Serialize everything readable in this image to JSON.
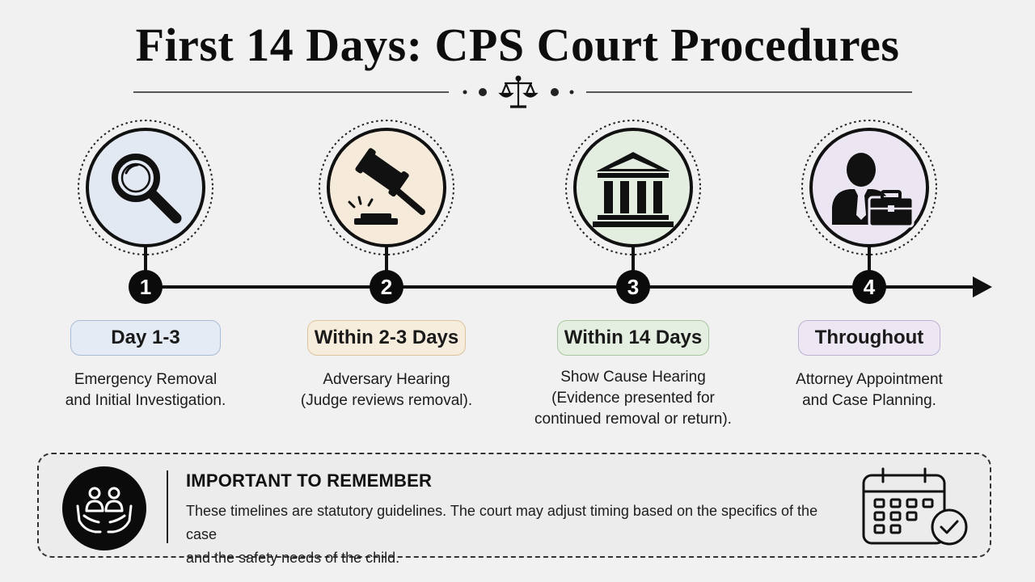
{
  "title": "First 14 Days: CPS Court Procedures",
  "steps": [
    {
      "number": "1",
      "badge": "Day 1-3",
      "icon": "magnifying-glass-icon",
      "circle_color": "#e3e9f3",
      "badge_bg": "#e4ebf4",
      "badge_border": "#a9bcd6",
      "desc_lines": [
        "Emergency Removal",
        "and Initial Investigation."
      ]
    },
    {
      "number": "2",
      "badge": "Within 2-3 Days",
      "icon": "gavel-icon",
      "circle_color": "#f6ebda",
      "badge_bg": "#f7eddc",
      "badge_border": "#dcc49c",
      "desc_lines": [
        "Adversary Hearing",
        "(Judge reviews removal)."
      ]
    },
    {
      "number": "3",
      "badge": "Within 14 Days",
      "icon": "courthouse-icon",
      "circle_color": "#e3eee0",
      "badge_bg": "#e4efe1",
      "badge_border": "#a9c8a2",
      "desc_lines": [
        "Show Cause Hearing",
        "(Evidence presented for",
        "continued removal or return)."
      ]
    },
    {
      "number": "4",
      "badge": "Throughout",
      "icon": "attorney-briefcase-icon",
      "circle_color": "#ebe6f2",
      "badge_bg": "#ece7f3",
      "badge_border": "#bdb1d3",
      "desc_lines": [
        "Attorney Appointment",
        "and Case Planning."
      ]
    }
  ],
  "note": {
    "heading": "IMPORTANT TO REMEMBER",
    "body_lines": [
      "These timelines are statutory guidelines.  The court may adjust timing based on the specifics of the case",
      "and the safety needs of the child."
    ],
    "left_icon": "family-care-hands-icon",
    "right_icon": "calendar-check-icon"
  }
}
